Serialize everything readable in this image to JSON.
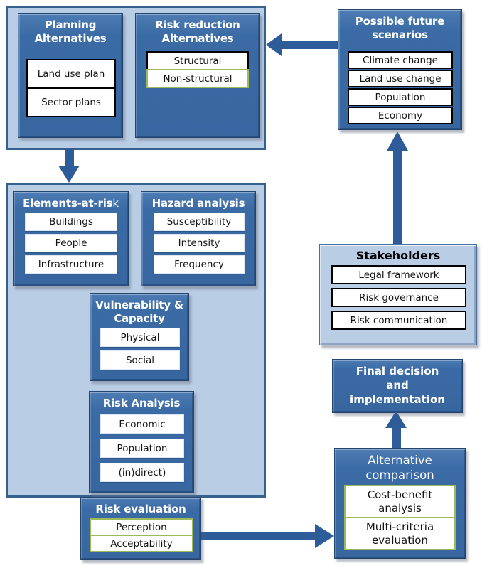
{
  "colors": {
    "dark_box_fill": "#3b6ba5",
    "dark_box_border": "#24466e",
    "light_panel_fill": "#b9cde5",
    "panel_border": "#36618f",
    "arrow": "#2e5c99",
    "green_border": "#9bbb59",
    "black_border": "#000000"
  },
  "planning_panel": {
    "planning": {
      "title": "Planning Alternatives",
      "items": [
        "Land use plan",
        "Sector plans"
      ]
    },
    "risk_reduction": {
      "title": "Risk reduction Alternatives",
      "items": [
        "Structural",
        "Non-structural"
      ]
    }
  },
  "scenarios": {
    "title": "Possible future scenarios",
    "items": [
      "Climate change",
      "Land use change",
      "Population",
      "Economy"
    ]
  },
  "analysis_panel": {
    "elements_at_risk": {
      "title_bold": "Elements-at-ris",
      "title_tail": "k",
      "items": [
        "Buildings",
        "People",
        "Infrastructure"
      ]
    },
    "hazard": {
      "title": "Hazard analysis",
      "items": [
        "Susceptibility",
        "Intensity",
        "Frequency"
      ]
    },
    "vulnerability": {
      "title": "Vulnerability & Capacity",
      "items": [
        "Physical",
        "Social"
      ]
    },
    "risk_analysis": {
      "title": "Risk Analysis",
      "items": [
        "Economic",
        "Population",
        "(in)direct)"
      ]
    }
  },
  "risk_evaluation": {
    "title": "Risk evaluation",
    "items": [
      "Perception",
      "Acceptability"
    ]
  },
  "stakeholders": {
    "title": "Stakeholders",
    "items": [
      "Legal framework",
      "Risk governance",
      "Risk communication"
    ]
  },
  "final_decision": {
    "lines": [
      "Final decision",
      "and",
      "implementation"
    ]
  },
  "alternative_comparison": {
    "title": "Alternative comparison",
    "items": [
      "Cost-benefit analysis",
      "Multi-criteria evaluation"
    ]
  }
}
